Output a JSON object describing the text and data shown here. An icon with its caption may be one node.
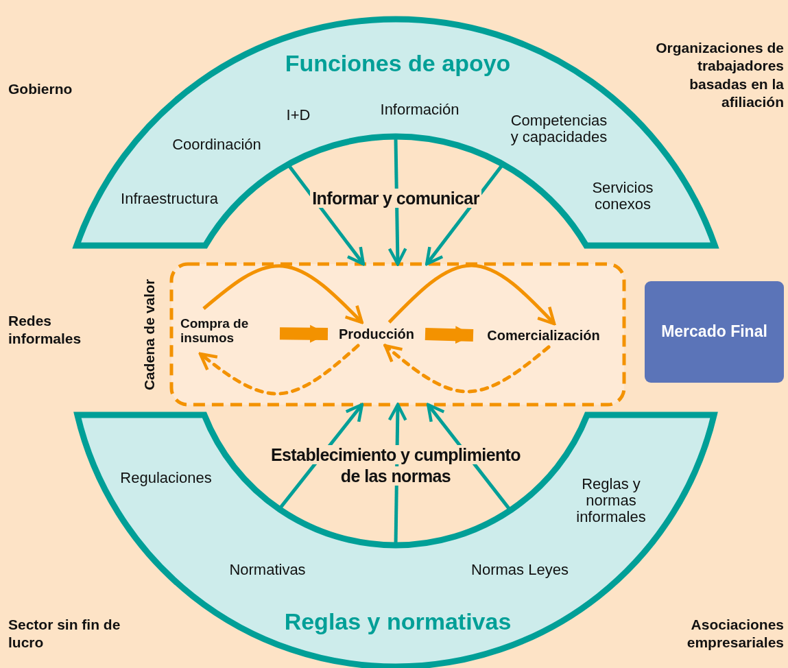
{
  "diagram": {
    "nodes": [
      {
        "text": [
          "Funciones de apoyo",
          "Infraestructura",
          "Coordinación",
          "I+D",
          "Información",
          "Competencias y capacidades",
          "Servicios conexos"
        ]
      },
      {
        "text": [
          "Regulaciones",
          "Normativas",
          "Normas Leyes",
          "Reglas y normas informales",
          "Reglas y normativas"
        ]
      },
      {
        "text": [
          "Cadena de valor"
        ]
      },
      {
        "text": [
          "Compra de insumos"
        ],
        "in": 2
      },
      {
        "text": [
          "Producción"
        ],
        "in": 2
      },
      {
        "text": [
          "Comercialización"
        ],
        "in": 2
      },
      {
        "text": [
          "Mercado Final"
        ]
      }
    ],
    "edges": [
      {
        "from": 0,
        "to": 2,
        "arrow": "to"
      },
      {
        "from": 0,
        "to": 2,
        "arrow": "to"
      },
      {
        "from": 0,
        "to": 2,
        "arrow": "to"
      },
      {
        "from": 1,
        "to": 2,
        "arrow": "to"
      },
      {
        "from": 1,
        "to": 2,
        "arrow": "to"
      },
      {
        "from": 1,
        "to": 2,
        "arrow": "to"
      },
      {
        "from": 3,
        "to": 4,
        "arrow": "to",
        "color": "#f39200"
      },
      {
        "from": 3,
        "to": 4,
        "arrow": "to",
        "style": "thick",
        "color": "#f39200"
      },
      {
        "from": 4,
        "to": 3,
        "arrow": "to",
        "style": "dashed",
        "color": "#f39200"
      },
      {
        "from": 4,
        "to": 5,
        "arrow": "to",
        "color": "#f39200"
      },
      {
        "from": 4,
        "to": 5,
        "arrow": "to",
        "style": "thick",
        "color": "#f39200"
      },
      {
        "from": 5,
        "to": 4,
        "arrow": "to",
        "style": "dashed",
        "color": "#f39200"
      }
    ],
    "labels": [
      "Gobierno",
      "Organizaciones de trabajadores basadas en la afiliación",
      "Informar y comunicar",
      "Redes informales",
      "Establecimiento y cumplimiento de las normas",
      "Sector sin fin de lucro",
      "Asociaciones empresariales"
    ]
  }
}
